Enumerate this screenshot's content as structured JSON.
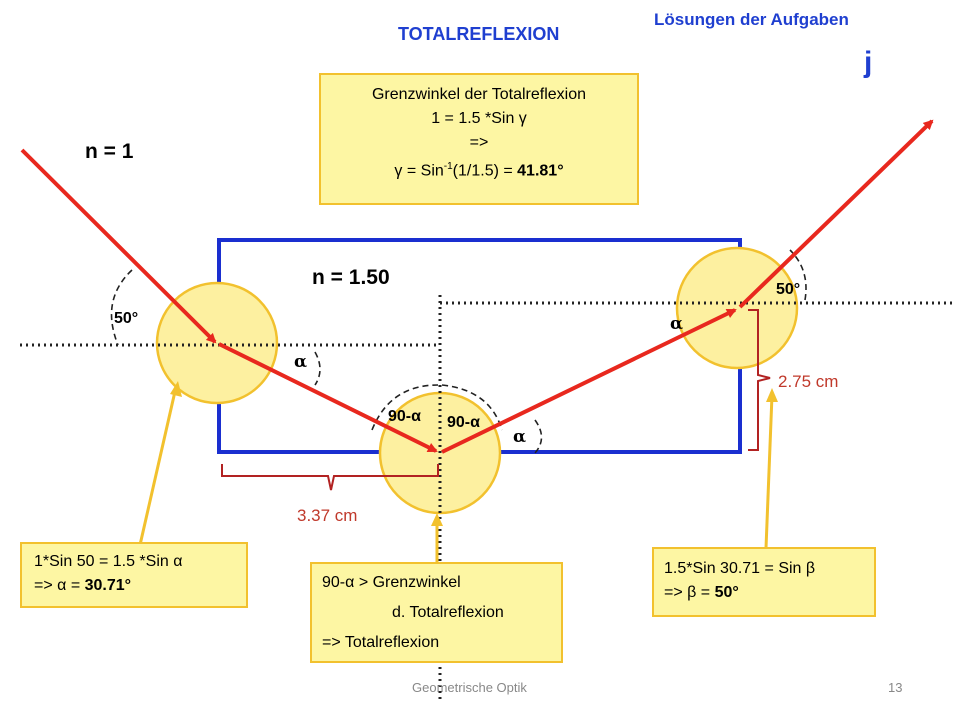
{
  "slide": {
    "title": "TOTALREFLEXION",
    "subtitle": "Lösungen der Aufgaben",
    "mark": "j",
    "footer": "Geometrische Optik",
    "page_number": "13"
  },
  "labels": {
    "n_outer": "n = 1",
    "n_inner": "n = 1.50",
    "angle_left": "50°",
    "angle_right": "50°",
    "alpha": "α",
    "ninety_minus_alpha": "90-α",
    "dist_horizontal": "3.37 cm",
    "dist_vertical": "2.75 cm"
  },
  "box_grenzwinkel": {
    "line1": "Grenzwinkel der Totalreflexion",
    "line2": "1 = 1.5 *Sin γ",
    "line3": "=>",
    "line4_pre": "γ = Sin",
    "line4_sup": "-1",
    "line4_mid": "(1/1.5) = ",
    "line4_val": "41.81°"
  },
  "box_entry": {
    "line1": "1*Sin 50 = 1.5 *Sin α",
    "line2_pre": "=>  α = ",
    "line2_val": "30.71°"
  },
  "box_total": {
    "line1": "90-α  >  Grenzwinkel",
    "line2": "d. Totalreflexion",
    "line3": "=> Totalreflexion"
  },
  "box_exit": {
    "line1": "1.5*Sin 30.71 = Sin β",
    "line2_pre": "=>  β = ",
    "line2_val": "50°"
  },
  "colors": {
    "ray": "#e8281e",
    "block": "#1a2fd0",
    "circle_fill": "#fdf0a0",
    "circle_stroke": "#f2c12e",
    "dimension": "#b22222"
  }
}
